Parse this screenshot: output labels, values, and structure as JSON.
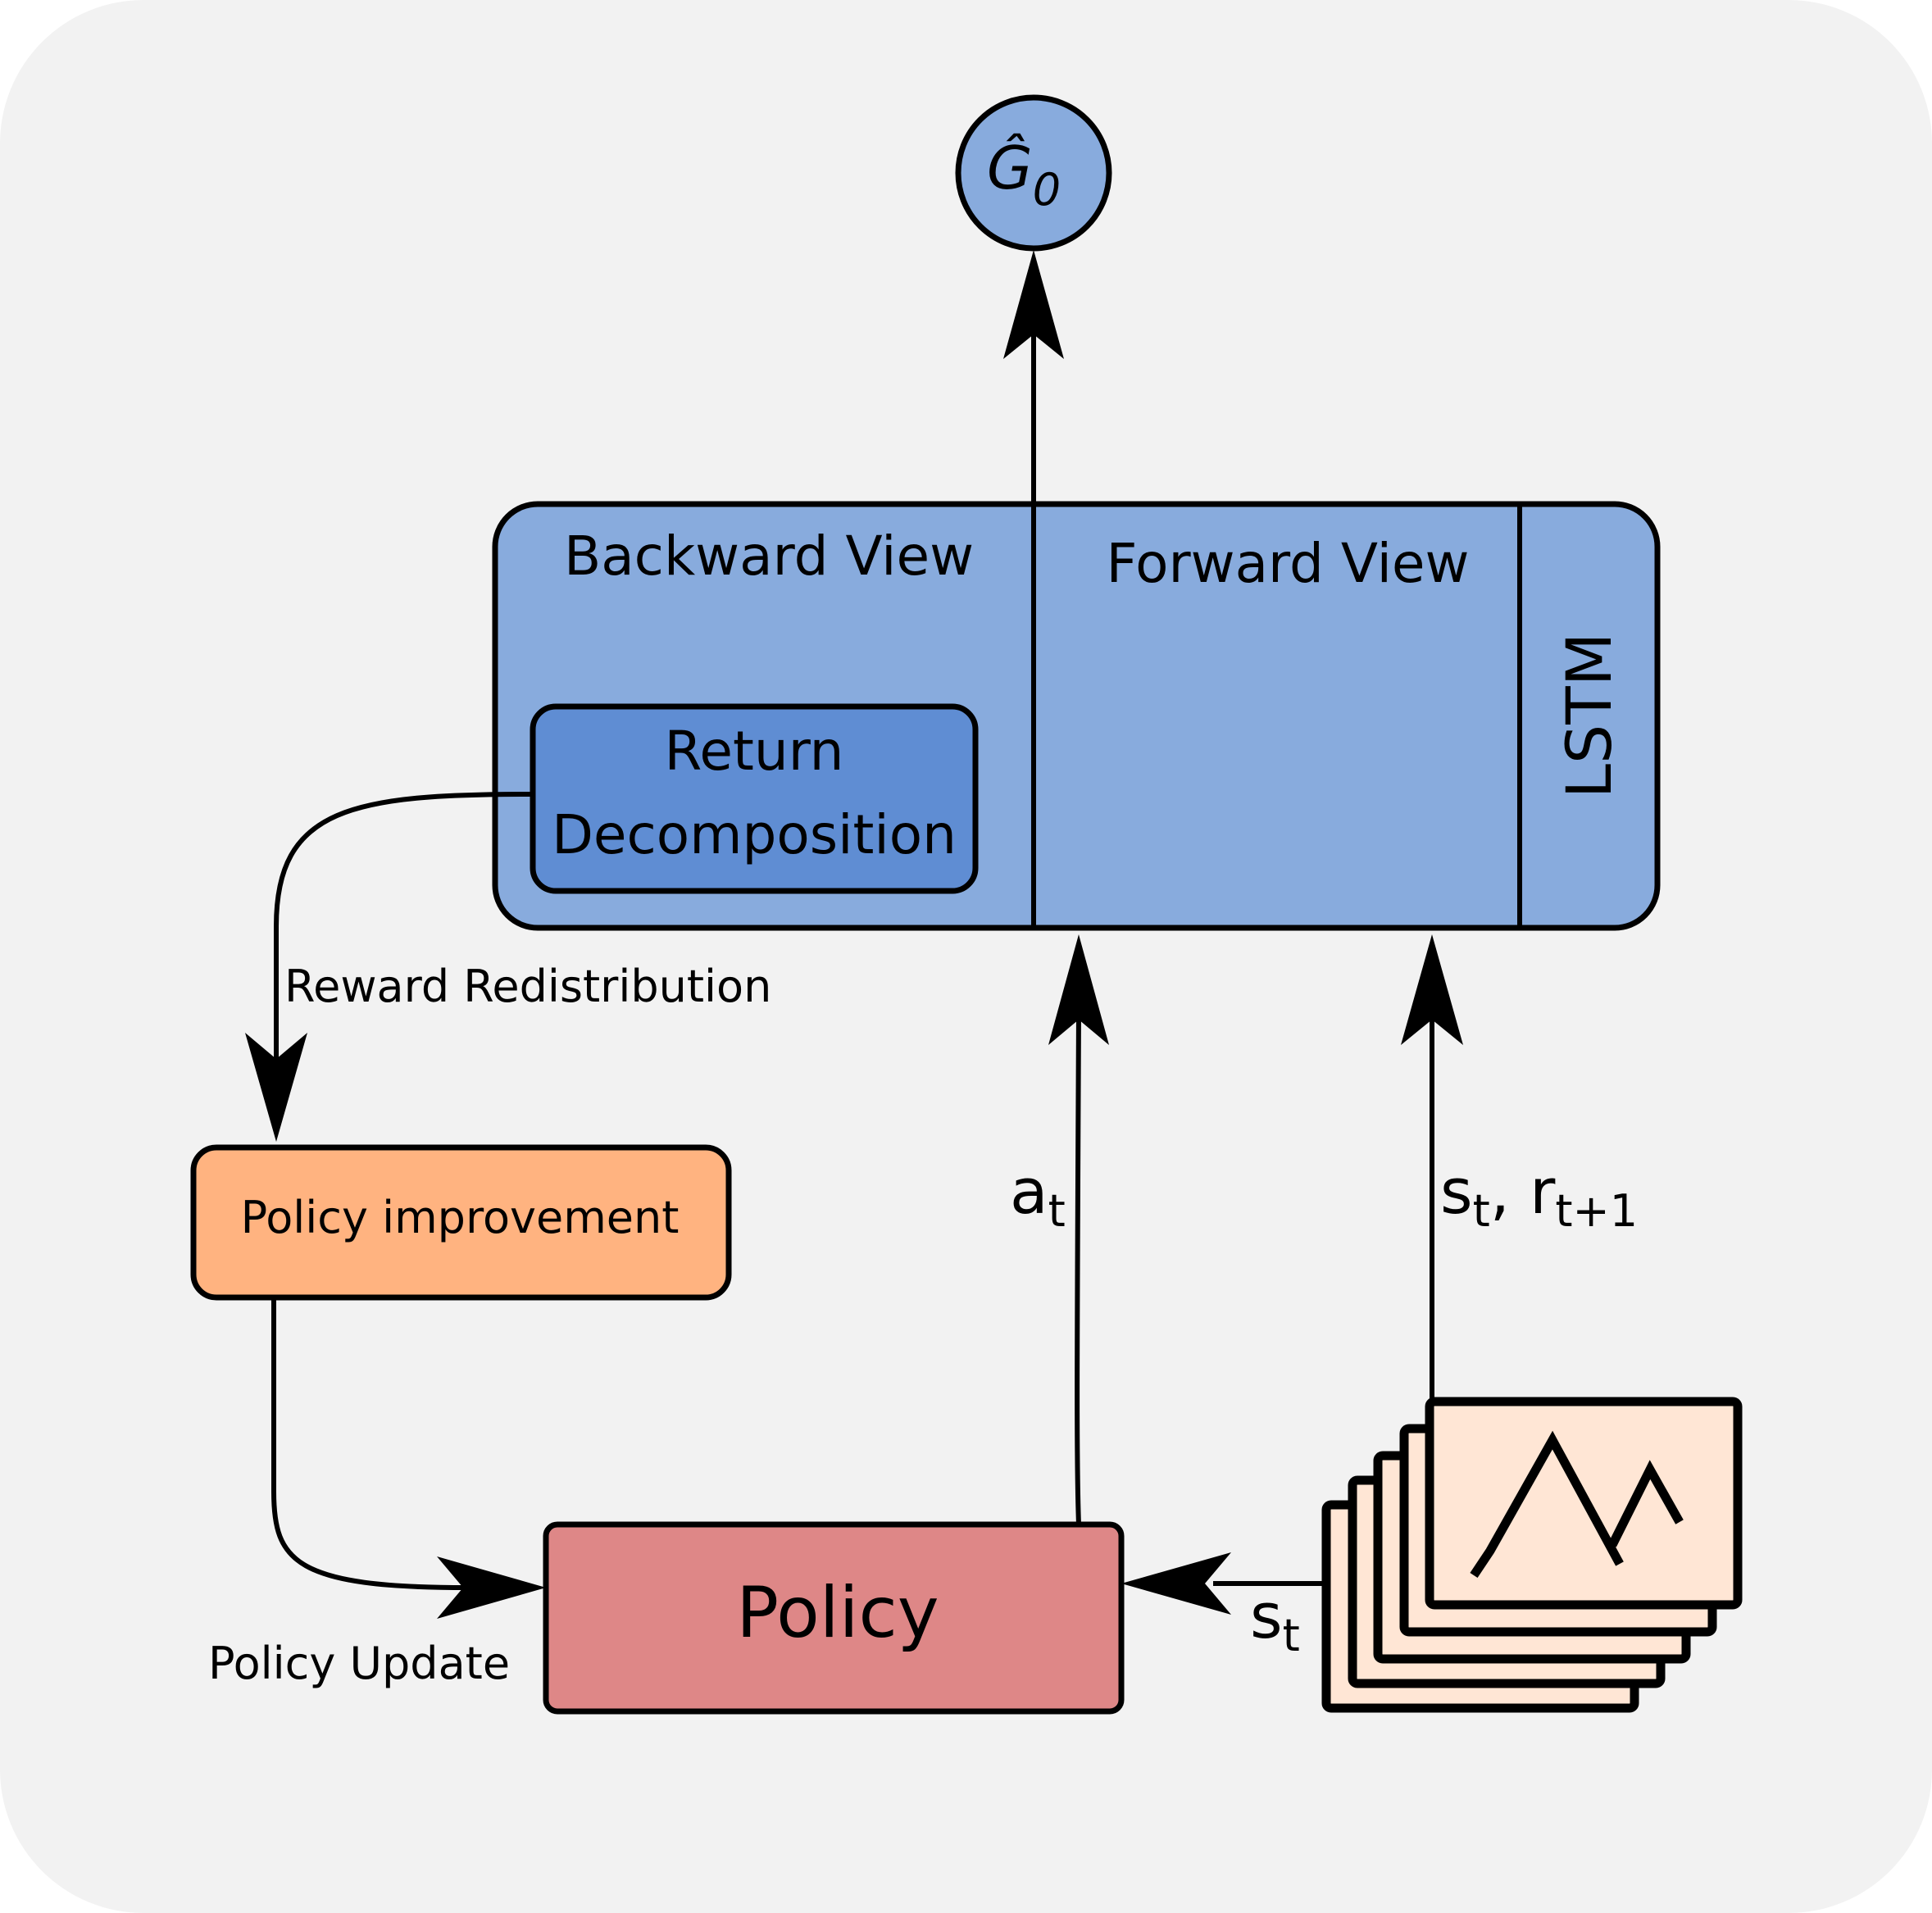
{
  "output_node": {
    "symbol": "Ĝ",
    "subscript": "0"
  },
  "lstm_block": {
    "backward_view": "Backward View",
    "forward_view": "Forward View",
    "lstm": "LSTM",
    "return_decomposition_line1": "Return",
    "return_decomposition_line2": "Decomposition"
  },
  "edges": {
    "reward_redistribution": "Reward Redistribution",
    "policy_update": "Policy Update",
    "action": {
      "base": "a",
      "sub": "t"
    },
    "state_reward": {
      "s": "s",
      "s_sub": "t",
      "sep": ", ",
      "r": "r",
      "r_sub": "t+1"
    },
    "state": {
      "base": "s",
      "sub": "t"
    }
  },
  "policy_improvement": "Policy improvement",
  "policy": "Policy",
  "colors": {
    "background": "#f2f2f2",
    "lstm_fill": "#88abdd",
    "return_decomp_fill": "#5f8dd3",
    "policy_improvement_fill": "#ffb380",
    "policy_fill": "#de8787",
    "env_frames_fill": "#ffe6d5"
  }
}
